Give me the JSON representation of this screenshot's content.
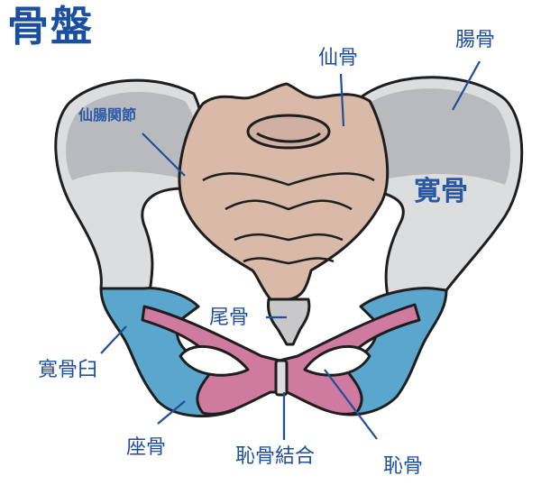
{
  "title": "骨盤",
  "labels": {
    "sacrum": "仙骨",
    "ilium": "腸骨",
    "sacroiliac_joint": "仙腸関節",
    "hip_bone": "寛骨",
    "coccyx": "尾骨",
    "acetabulum": "寛骨臼",
    "ischium": "座骨",
    "pubic_symphysis": "恥骨結合",
    "pubis": "恥骨"
  },
  "colors": {
    "label_blue": "#1f4e9a",
    "leader_line": "#1f4e9a",
    "ilium_gray": "#b9babd",
    "ilium_light": "#dcdddf",
    "sacrum_tan": "#d9b9a8",
    "sacrum_shade": "#b8a093",
    "ischium_blue": "#5ba6cc",
    "ischium_dark": "#4a8fb6",
    "pubis_pink": "#cf7a9f",
    "outline": "#1e1e1e"
  }
}
